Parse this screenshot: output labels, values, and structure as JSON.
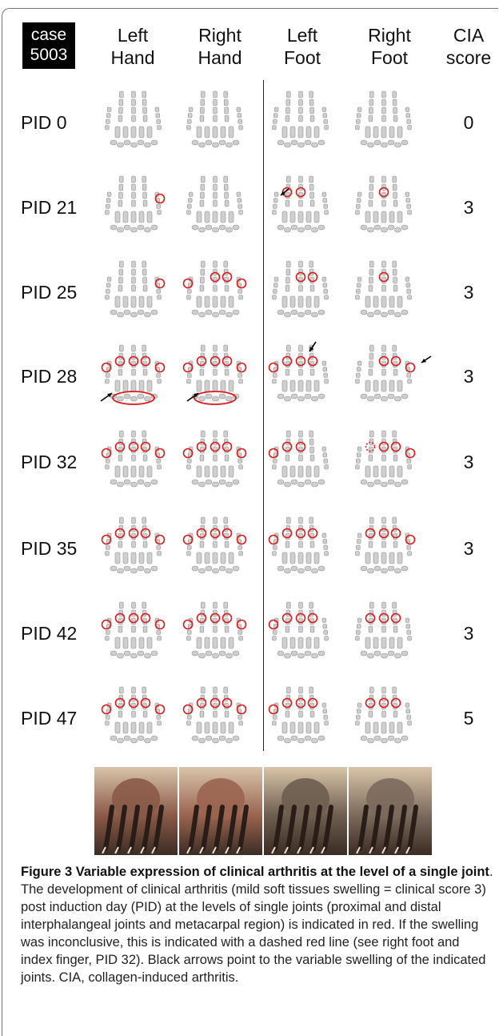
{
  "header": {
    "case_line1": "case",
    "case_line2": "5003",
    "columns": [
      {
        "line1": "Left",
        "line2": "Hand"
      },
      {
        "line1": "Right",
        "line2": "Hand"
      },
      {
        "line1": "Left",
        "line2": "Foot"
      },
      {
        "line1": "Right",
        "line2": "Foot"
      },
      {
        "line1": "CIA",
        "line2": "score"
      }
    ]
  },
  "rows": [
    {
      "label": "PID 0",
      "score": "0"
    },
    {
      "label": "PID 21",
      "score": "3"
    },
    {
      "label": "PID 25",
      "score": "3"
    },
    {
      "label": "PID 28",
      "score": "3"
    },
    {
      "label": "PID 32",
      "score": "3"
    },
    {
      "label": "PID 35",
      "score": "3"
    },
    {
      "label": "PID 42",
      "score": "3"
    },
    {
      "label": "PID 47",
      "score": "5"
    }
  ],
  "photos": [
    {
      "icon": "inflamed-paw-photo",
      "color": "#8a5a48"
    },
    {
      "icon": "inflamed-paw-photo",
      "color": "#9a6450"
    },
    {
      "icon": "paw-photo",
      "color": "#6d5e50"
    },
    {
      "icon": "paw-photo",
      "color": "#7b6a5c"
    }
  ],
  "caption": {
    "title": "Figure 3 Variable expression of clinical arthritis at the level of a single joint",
    "body": ". The development of clinical arthritis (mild soft tissues swelling = clinical score 3) post induction day (PID) at the levels of single joints (proximal and distal interphalangeal joints and metacarpal region) is indicated in red. If the swelling was inconclusive, this is indicated with a dashed red line (see right foot and index finger, PID 32). Black arrows point to the variable swelling of the indicated joints. CIA, collagen-induced arthritis."
  },
  "colors": {
    "marker": "#d91a1a",
    "bone": "#cfcfcf",
    "arrow": "#000000"
  }
}
